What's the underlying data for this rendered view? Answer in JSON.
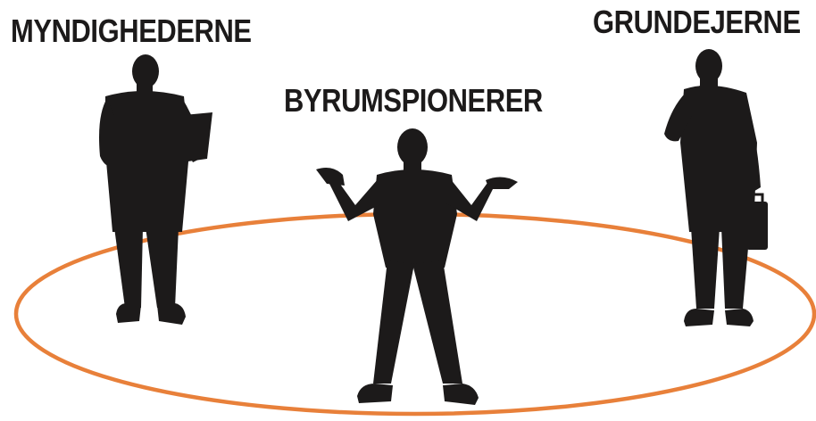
{
  "labels": {
    "left": "MYNDIGHEDERNE",
    "center": "BYRUMSPIONERER",
    "right": "GRUNDEJERNE"
  },
  "colors": {
    "ring": "#e8803a",
    "silhouette": "#1c1a1a",
    "text": "#1c1a1a",
    "background": "#ffffff"
  },
  "icons": {
    "left": "businessman-with-folder-icon",
    "center": "shrugging-man-icon",
    "right": "businessman-on-phone-with-briefcase-icon"
  }
}
